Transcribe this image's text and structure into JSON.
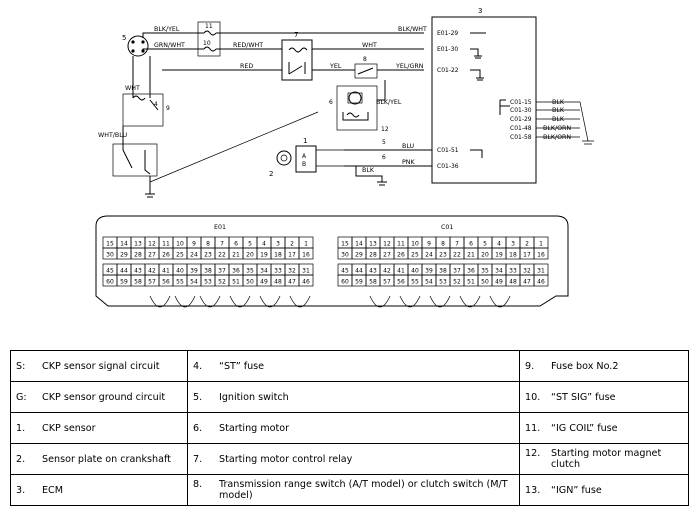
{
  "diagram": {
    "callouts": [
      "1",
      "2",
      "3",
      "4",
      "5",
      "6",
      "7",
      "8",
      "9",
      "10",
      "11",
      "12"
    ],
    "wires": {
      "blk_yel": "BLK/YEL",
      "blk_wht": "BLK/WHT",
      "grn_wht": "GRN/WHT",
      "red_wht": "RED/WHT",
      "wht": "WHT",
      "red": "RED",
      "yel": "YEL",
      "yel_grn": "YEL/GRN",
      "blk_yel_2": "BLK/YEL",
      "wht_2": "WHT",
      "wht_blu": "WHT/BLU",
      "blu": "BLU",
      "pnk": "PNK",
      "blk": "BLK",
      "blk_a": "BLK",
      "blk_b": "BLK",
      "blk_c": "BLK",
      "blk_orn_a": "BLK/ORN",
      "blk_orn_b": "BLK/ORN"
    },
    "terminals": {
      "e01_29": "E01-29",
      "e01_30": "E01-30",
      "c01_22": "C01-22",
      "c01_15": "C01-15",
      "c01_30": "C01-30",
      "c01_29": "C01-29",
      "c01_48": "C01-48",
      "c01_58": "C01-58",
      "c01_51": "C01-51",
      "c01_36": "C01-36"
    },
    "wire_numbers": {
      "s": "5",
      "g": "6"
    },
    "ckp_marks": [
      "A",
      "B"
    ],
    "connector_labels": {
      "left": "E01",
      "right": "C01"
    },
    "pin_rows": [
      [
        "15",
        "14",
        "13",
        "12",
        "11",
        "10",
        "9",
        "8",
        "7",
        "6",
        "5",
        "4",
        "3",
        "2",
        "1"
      ],
      [
        "30",
        "29",
        "28",
        "27",
        "26",
        "25",
        "24",
        "23",
        "22",
        "21",
        "20",
        "19",
        "18",
        "17",
        "16"
      ],
      [
        "45",
        "44",
        "43",
        "42",
        "41",
        "40",
        "39",
        "38",
        "37",
        "36",
        "35",
        "34",
        "33",
        "32",
        "31"
      ],
      [
        "60",
        "59",
        "58",
        "57",
        "56",
        "55",
        "54",
        "53",
        "52",
        "51",
        "50",
        "49",
        "48",
        "47",
        "46"
      ]
    ]
  },
  "legend": {
    "rows": [
      [
        {
          "k": "S:",
          "t": "CKP sensor signal circuit"
        },
        {
          "k": "4.",
          "t": "“ST” fuse"
        },
        {
          "k": "9.",
          "t": "Fuse box No.2"
        }
      ],
      [
        {
          "k": "G:",
          "t": "CKP sensor ground circuit"
        },
        {
          "k": "5.",
          "t": "Ignition switch"
        },
        {
          "k": "10.",
          "t": "“ST SIG” fuse"
        }
      ],
      [
        {
          "k": "1.",
          "t": "CKP sensor"
        },
        {
          "k": "6.",
          "t": "Starting motor"
        },
        {
          "k": "11.",
          "t": "“IG COIL” fuse"
        }
      ],
      [
        {
          "k": "2.",
          "t": "Sensor plate on crankshaft"
        },
        {
          "k": "7.",
          "t": "Starting motor control relay"
        },
        {
          "k": "12.",
          "t": "Starting motor magnet clutch"
        }
      ],
      [
        {
          "k": "3.",
          "t": "ECM"
        },
        {
          "k": "8.",
          "t": "Transmission range switch (A/T model) or clutch switch (M/T model)"
        },
        {
          "k": "13.",
          "t": "“IGN” fuse"
        }
      ]
    ]
  }
}
